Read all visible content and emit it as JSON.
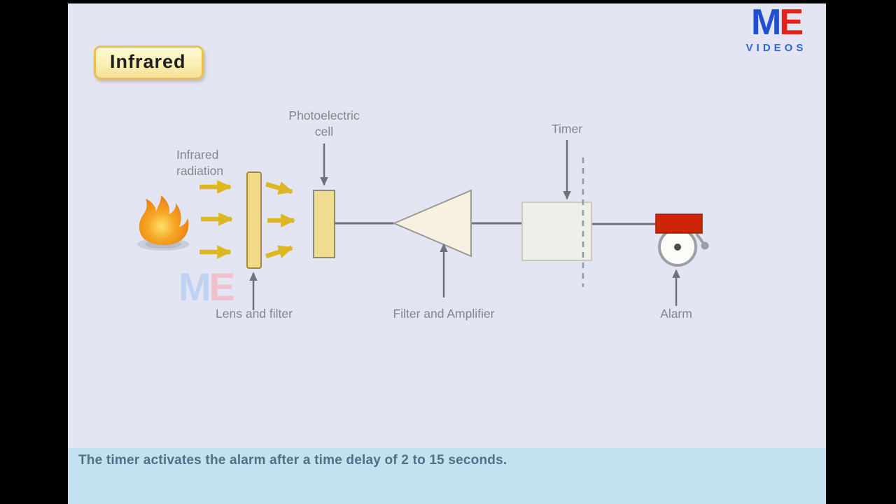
{
  "badge": {
    "title": "Infrared"
  },
  "logo": {
    "m": "M",
    "e": "E",
    "wordmark": "VIDEOS"
  },
  "watermark": {
    "m": "M",
    "e": "E"
  },
  "diagram": {
    "labels": {
      "radiation_line1": "Infrared",
      "radiation_line2": "radiation",
      "photocell_line1": "Photoelectric",
      "photocell_line2": "cell",
      "lens": "Lens and filter",
      "amplifier": "Filter and Amplifier",
      "timer": "Timer",
      "alarm": "Alarm"
    },
    "colors": {
      "background": "#e3e5f2",
      "caption_band": "#c3e1ef",
      "caption_text": "#4d7187",
      "badge_fill": "#faf0b4",
      "badge_border": "#edbd55",
      "arrow_yellow": "#ddb722",
      "lens_fill": "#f1da88",
      "cell_fill": "#f1dc8f",
      "triangle_fill": "#f8f1e1",
      "timer_fill": "#efefe9",
      "alarm_red": "#ce2508",
      "connector_gray": "#6e737a",
      "label_gray": "#85858c",
      "logo_blue": "#1e50cf",
      "logo_red": "#e3221c"
    }
  },
  "caption": {
    "text": "The timer activates the alarm after a time delay of 2 to 15 seconds."
  }
}
